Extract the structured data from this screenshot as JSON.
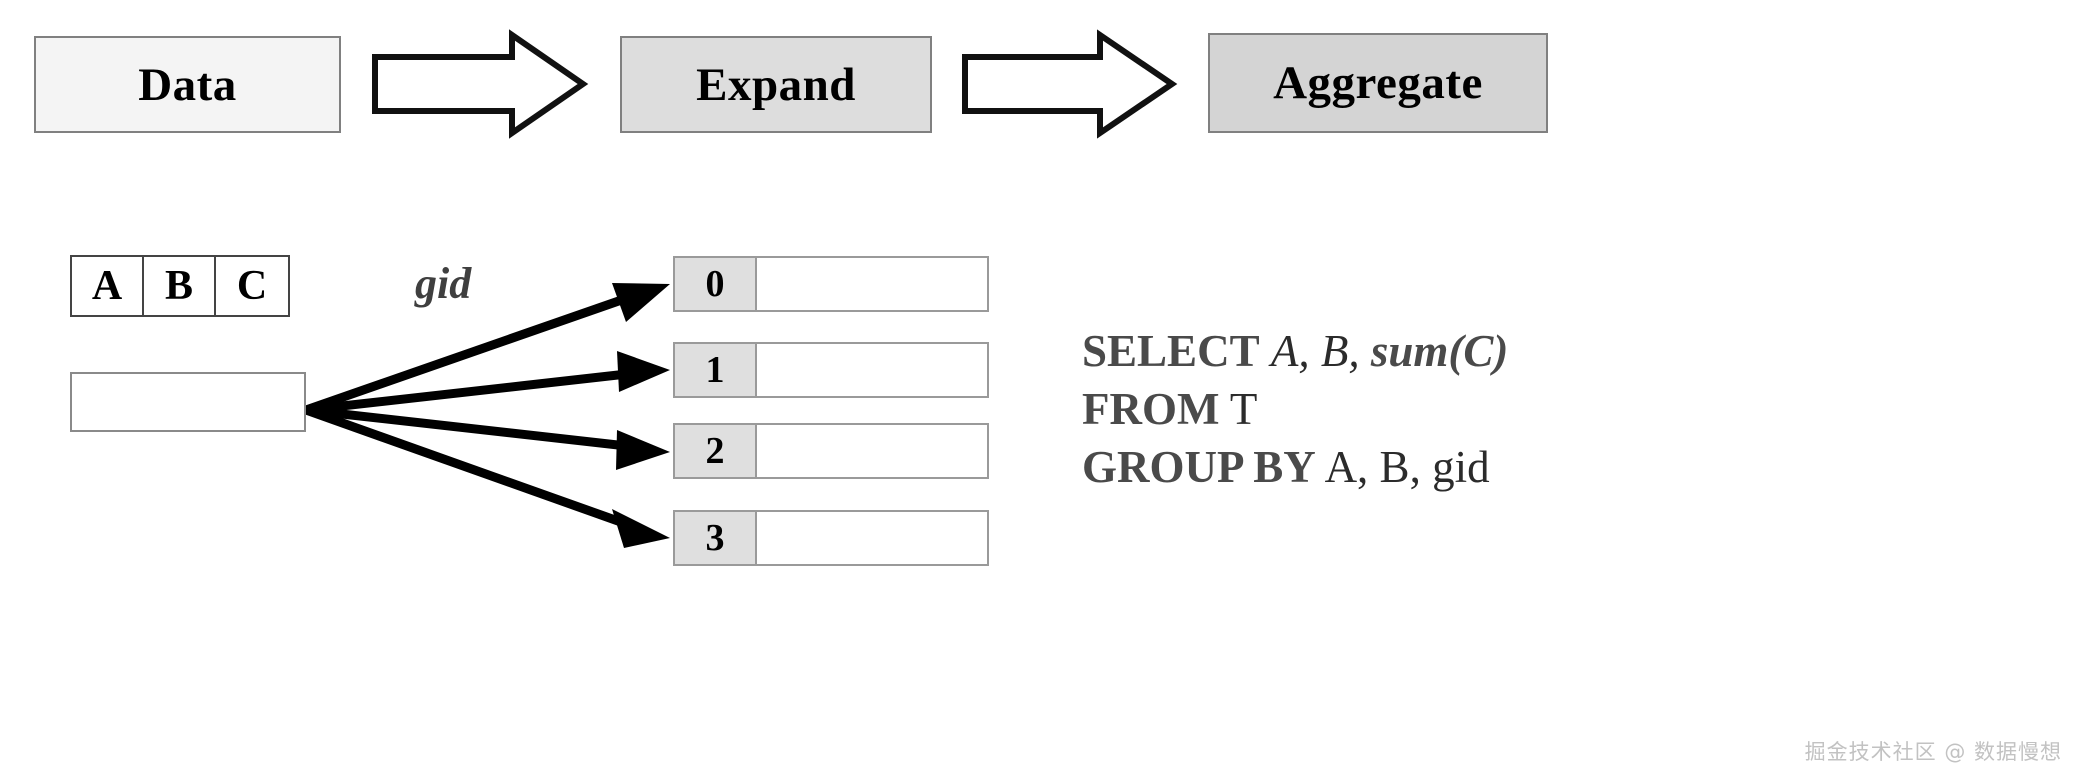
{
  "diagram": {
    "title": "GROUPING SETS expand-and-aggregate diagram",
    "pipeline": {
      "stages": [
        {
          "label": "Data",
          "fill": "#f4f4f4"
        },
        {
          "label": "Expand",
          "fill": "#dddddd"
        },
        {
          "label": "Aggregate",
          "fill": "#d4d4d4"
        }
      ],
      "arrow_icon": "block-arrow-right-icon"
    },
    "source_table": {
      "columns": [
        "A",
        "B",
        "C"
      ],
      "rows": [
        [
          "",
          "",
          ""
        ]
      ]
    },
    "fan_label": "gid",
    "expanded_rows": [
      {
        "gid": "0",
        "value": ""
      },
      {
        "gid": "1",
        "value": ""
      },
      {
        "gid": "2",
        "value": ""
      },
      {
        "gid": "3",
        "value": ""
      }
    ],
    "sql": {
      "lines": [
        {
          "keyword": "SELECT",
          "rest": " A, B, sum(C)"
        },
        {
          "keyword": "FROM",
          "rest": " T"
        },
        {
          "keyword": "GROUP BY",
          "rest": " A, B, gid"
        }
      ],
      "select_keyword": "SELECT",
      "select_cols": "A, B,",
      "select_agg": "sum(C)",
      "from_keyword": "FROM",
      "from_table": "T",
      "groupby_keyword": "GROUP BY",
      "groupby_cols": "A, B, gid"
    },
    "watermark": "掘金技术社区 @ 数据慢想",
    "colors": {
      "stage_border": "#808080",
      "table_border": "#444444",
      "gid_key_fill": "#dfdfdf",
      "sql_text": "#4a4a4a",
      "arrow_stroke": "#000000",
      "watermark": "#c2c2c2"
    }
  }
}
